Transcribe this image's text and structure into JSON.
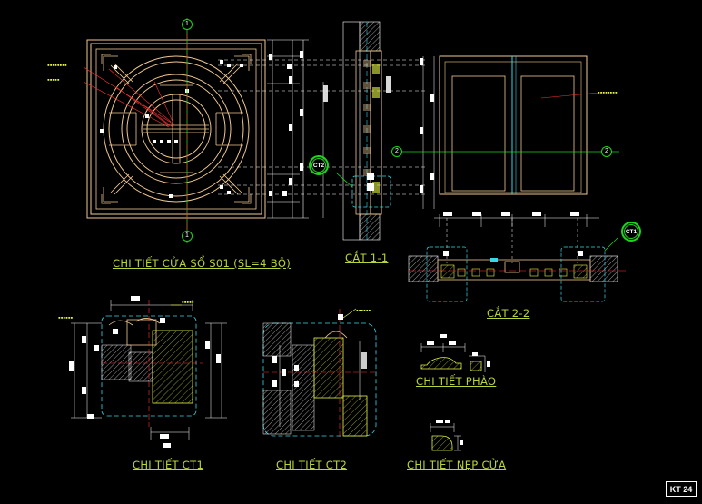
{
  "drawing": {
    "sheet_number": "KT 24",
    "titles": {
      "window_detail": "CHI TIẾT CỬA SỔ S01 (SL=4 BỘ)",
      "section_1_1": "CẮT 1-1",
      "section_2_2": "CẮT 2-2",
      "detail_ct1": "CHI TIẾT CT1",
      "detail_ct2": "CHI TIẾT CT2",
      "detail_phao": "CHI TIẾT PHÀO",
      "detail_nep": "CHI TIẾT NẸP CỬA"
    },
    "callouts": {
      "ct1": "CT1",
      "ct2": "CT2"
    },
    "axes": {
      "axis_1_top": "1",
      "axis_1_bottom": "1",
      "axis_2_left": "2",
      "axis_2_right": "2"
    },
    "colors": {
      "background": "#000000",
      "frame": "#f0c890",
      "dimension": "#ffffff",
      "axis": "#1bd61b",
      "centerline": "#ff3030",
      "title": "#b8d43a",
      "cyan": "#38d8e8",
      "yellow": "#e6f542"
    }
  }
}
